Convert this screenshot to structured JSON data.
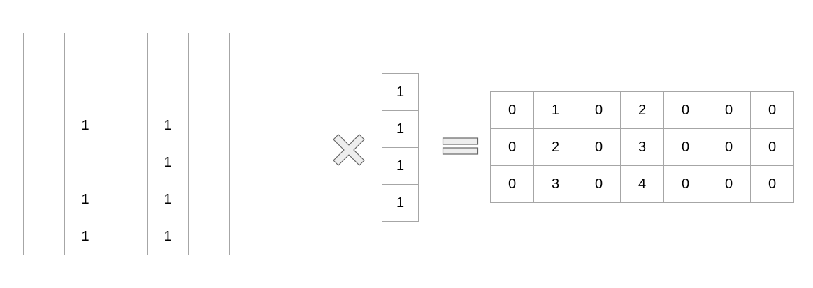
{
  "matrix_a": {
    "rows": [
      [
        "",
        "",
        "",
        "",
        "",
        "",
        ""
      ],
      [
        "",
        "",
        "",
        "",
        "",
        "",
        ""
      ],
      [
        "",
        "1",
        "",
        "1",
        "",
        "",
        ""
      ],
      [
        "",
        "",
        "",
        "1",
        "",
        "",
        ""
      ],
      [
        "",
        "1",
        "",
        "1",
        "",
        "",
        ""
      ],
      [
        "",
        "1",
        "",
        "1",
        "",
        "",
        ""
      ]
    ]
  },
  "vector_b": {
    "values": [
      "1",
      "1",
      "1",
      "1"
    ]
  },
  "matrix_c": {
    "rows": [
      [
        "0",
        "1",
        "0",
        "2",
        "0",
        "0",
        "0"
      ],
      [
        "0",
        "2",
        "0",
        "3",
        "0",
        "0",
        "0"
      ],
      [
        "0",
        "3",
        "0",
        "4",
        "0",
        "0",
        "0"
      ]
    ]
  },
  "operators": {
    "times_icon": "multiply-icon",
    "equals_icon": "equals-icon"
  },
  "colors": {
    "grid_line": "#a6a6a6",
    "operator_fill": "#eeeeee",
    "operator_stroke": "#666666",
    "text": "#000000"
  }
}
